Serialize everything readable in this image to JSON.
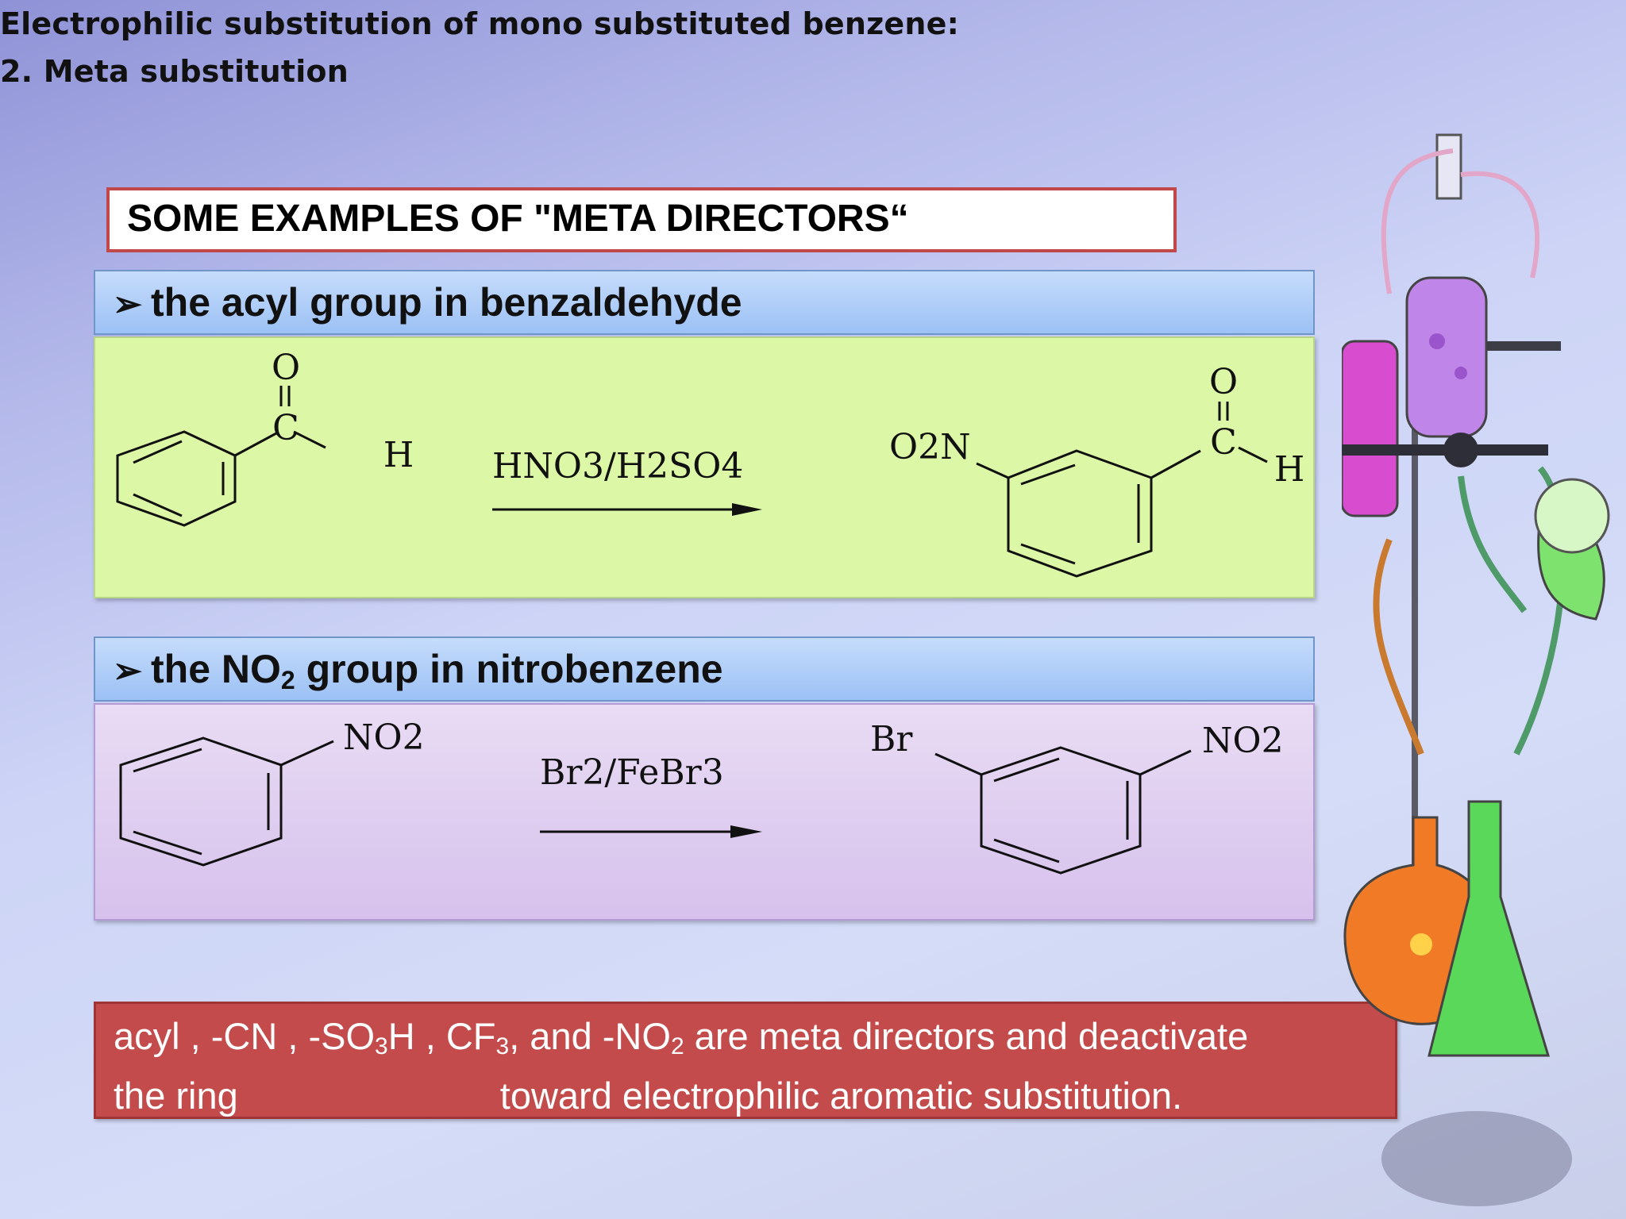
{
  "slide": {
    "title_line1": "Electrophilic substitution of mono substituted benzene:",
    "title_line2": "2. Meta substitution",
    "examples_heading": "SOME EXAMPLES OF \"META DIRECTORS“"
  },
  "section1": {
    "bullet": "➢",
    "label": "the acyl group in benzaldehyde",
    "reagent": "HNO3/H2SO4",
    "start_atoms": [
      "O",
      "C",
      "H"
    ],
    "product_atoms": [
      "O2N",
      "O",
      "C",
      "H"
    ]
  },
  "section2": {
    "bullet": "➢",
    "label_pre": "the NO",
    "label_sub": "2",
    "label_post": " group in nitrobenzene",
    "reagent": "Br2/FeBr3",
    "start_atoms": [
      "NO2"
    ],
    "product_atoms": [
      "Br",
      "NO2"
    ]
  },
  "summary": {
    "p1": "acyl , -CN , -SO",
    "s1": "3",
    "p2": "H , CF",
    "s2": "3",
    "p3": ", and -NO",
    "s3": "2",
    "p4": " are meta directors and  deactivate",
    "line2_a": "the ring",
    "line2_b": "toward electrophilic aromatic  substitution."
  },
  "colors": {
    "summary_bg": "#c34b4b",
    "header_bar": "#a9c9f7",
    "panel1_bg": "#dcf8a6",
    "panel2_bg": "#dccbef"
  },
  "icons": [
    "bullet-arrow-icon",
    "lab-apparatus-illustration"
  ]
}
